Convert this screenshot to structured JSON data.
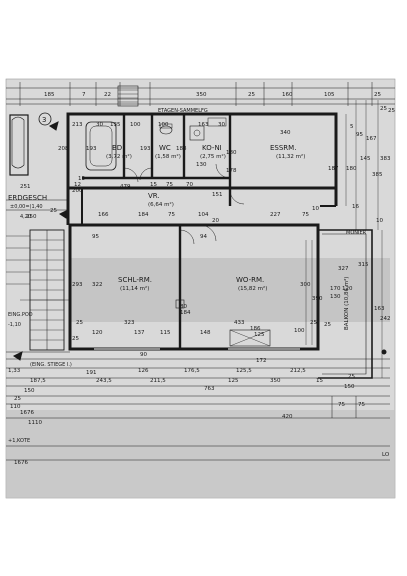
{
  "colors": {
    "paper": "#ffffff",
    "sheet": "#c9c9c9",
    "sheet_dark": "#a3a3a3",
    "ink": "#1a1a1a"
  },
  "rooms": {
    "bd": {
      "name": "BD.",
      "area": "(3,72 m²)"
    },
    "wc": {
      "name": "WC",
      "area": "(1,58 m²)"
    },
    "koni": {
      "name": "KO-NI",
      "area": "(2,75 m²)"
    },
    "essrm": {
      "name": "ESSRM.",
      "area": "(11,32 m²)"
    },
    "vr": {
      "name": "VR.",
      "area": "(6,64 m²)"
    },
    "schlrm": {
      "name": "SCHL-RM.",
      "area": "(11,14 m²)"
    },
    "worm": {
      "name": "WO-RM.",
      "area": "(15,82 m²)"
    },
    "balkon": {
      "name": "BALKON (10,86 m²)"
    }
  },
  "labels": {
    "erdgesch": "ERDGESCH",
    "level1": "±0,00=(1,40",
    "level2": "4,20",
    "eingpod": "EING.POD",
    "level3": "-1,10",
    "eing_stiege": "(EING. STIEGE I.)",
    "kote": "+1,KOTE",
    "moniert": "MONIER",
    "sammel": "ETAGEN-SAMMELFG",
    "marker": "3"
  },
  "dims": {
    "top_185": "185",
    "top_7": "7",
    "top_22": "22",
    "top_350": "350",
    "top_25a": "25",
    "top_160": "160",
    "top_105": "105",
    "top_25b": "25",
    "r_5": "5",
    "r_95": "95",
    "r_167": "167",
    "r_145": "145",
    "r_383": "383",
    "r_385": "385",
    "r_25": "25",
    "bd_213": "213",
    "bd_30": "30",
    "bd_135": "135",
    "bd_100": "100",
    "wc_100": "100",
    "wc_163": "163",
    "ko_30": "30",
    "ko_340": "340",
    "l_208": "208",
    "l_193": "193",
    "l_251": "251",
    "l_25": "25",
    "l_250": "250",
    "l_200": "200",
    "l_12": "12",
    "m_193": "193",
    "m_188": "188",
    "m_180": "180",
    "m_130": "130",
    "m_178": "178",
    "m_151": "151",
    "es_180": "180",
    "es_187": "187",
    "es_10": "10",
    "es_16": "16",
    "row_479": "479",
    "row_15": "15",
    "row_75": "75",
    "row_70": "70",
    "row_13": "13",
    "row_166": "166",
    "row_184": "184",
    "row_75b": "75",
    "row_104": "104",
    "row_20": "20",
    "row_227": "227",
    "row_75c": "75",
    "row_95": "95",
    "row_94": "94",
    "row_10": "10",
    "s_293": "293",
    "s_322": "322",
    "s_25": "25",
    "s_80": "80",
    "s_184": "184",
    "s_323": "323",
    "s_433": "433",
    "s_300": "300",
    "s_390": "390",
    "s_125": "125",
    "s_100": "100",
    "s_25b": "25",
    "b_170": "170",
    "b_130": "130",
    "b_327": "327",
    "b_25": "25",
    "b_120": "120",
    "b_315": "315",
    "b_163": "163",
    "b_242": "242",
    "low_120": "120",
    "low_137": "137",
    "low_115": "115",
    "low_148": "148",
    "low_25": "25",
    "low_186": "186",
    "low_90": "90",
    "low_191": "191",
    "low_126": "126",
    "low_1765": "176,5",
    "low_1255": "125,5",
    "low_172": "172",
    "low_2125": "212,5",
    "low_1875": "187,5",
    "low_2435": "243,5",
    "low_2115": "211,5",
    "low_763": "763",
    "low_350": "350",
    "low_15": "15",
    "low_25c": "25",
    "low_125": "125",
    "low_150": "150",
    "ext_133": "1,33",
    "ext_150": "150",
    "ext_25": "25",
    "ext_110": "110",
    "ext_1676": "1676",
    "ext_1110": "1110",
    "ext_75a": "75",
    "ext_75b": "75",
    "ext_420": "420",
    "ext_1676b": "1676",
    "ext_lo": "LO",
    "ext_25b": "25"
  }
}
